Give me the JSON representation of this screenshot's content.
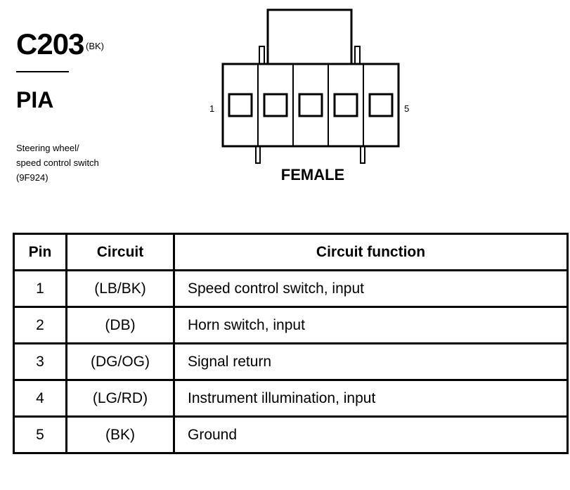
{
  "connector": {
    "id": "C203",
    "color_code": "(BK)",
    "location": "PIA",
    "description_lines": [
      "Steering wheel/",
      "speed control switch",
      "(9F924)"
    ],
    "gender_label": "FEMALE",
    "pin_start_label": "1",
    "pin_end_label": "5"
  },
  "table": {
    "headers": [
      "Pin",
      "Circuit",
      "Circuit function"
    ],
    "rows": [
      {
        "pin": "1",
        "circuit": "(LB/BK)",
        "function": "Speed control switch, input"
      },
      {
        "pin": "2",
        "circuit": "(DB)",
        "function": "Horn switch, input"
      },
      {
        "pin": "3",
        "circuit": "(DG/OG)",
        "function": "Signal return"
      },
      {
        "pin": "4",
        "circuit": "(LG/RD)",
        "function": "Instrument illumination, input"
      },
      {
        "pin": "5",
        "circuit": "(BK)",
        "function": "Ground"
      }
    ]
  }
}
